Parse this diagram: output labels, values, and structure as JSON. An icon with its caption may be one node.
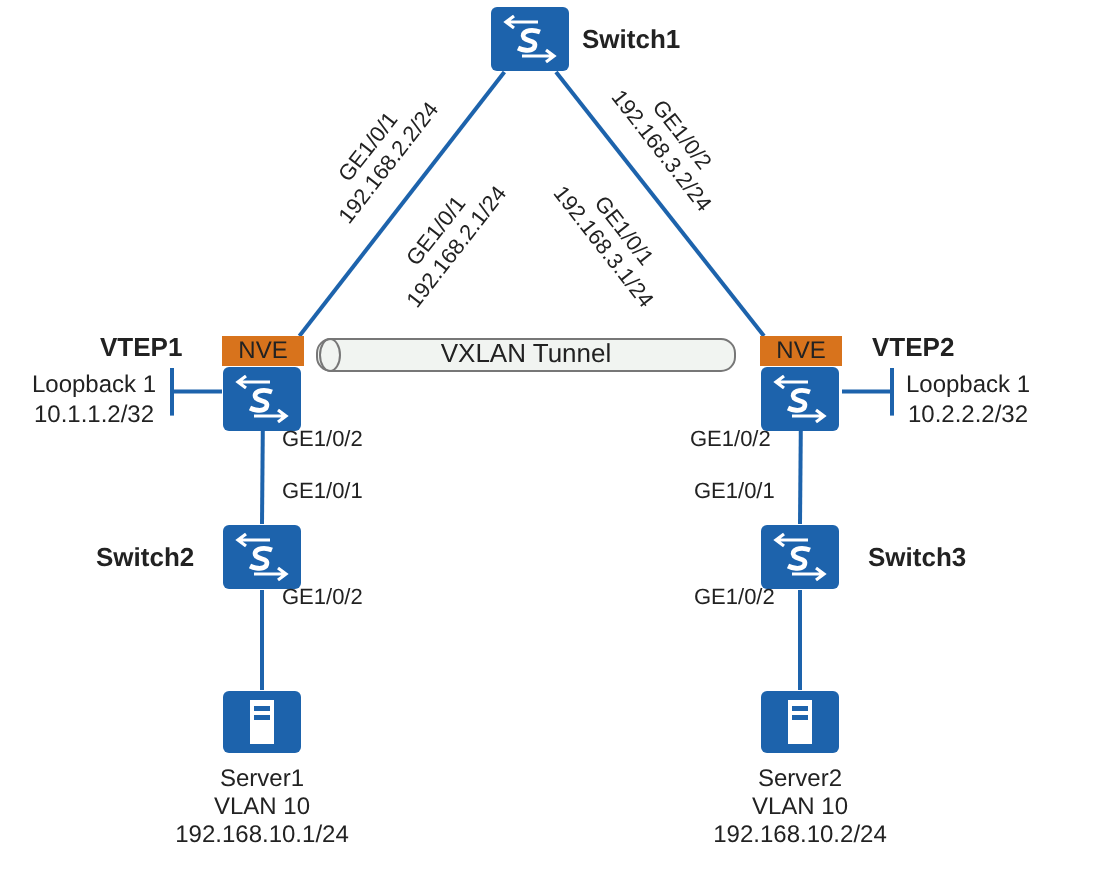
{
  "diagram": {
    "nodes": [
      {
        "text": [
          "Switch1"
        ]
      },
      {
        "text": [
          "VTEP1",
          "NVE"
        ]
      },
      {
        "text": [
          "NVE",
          "VTEP2"
        ]
      },
      {
        "text": [
          "VXLAN Tunnel"
        ]
      },
      {
        "text": [
          "Loopback 1",
          "10.1.1.2/32"
        ]
      },
      {
        "text": [
          "Loopback 1",
          "10.2.2.2/32"
        ]
      },
      {
        "text": [
          "Switch2"
        ]
      },
      {
        "text": [
          "Switch3"
        ]
      },
      {
        "text": [
          "Server1",
          "VLAN 10",
          "192.168.10.1/24"
        ]
      },
      {
        "text": [
          "Server2",
          "VLAN 10",
          "192.168.10.2/24"
        ]
      }
    ],
    "edges": [
      {
        "from": 0,
        "to": 1,
        "arrow": "none"
      },
      {
        "from": 0,
        "to": 2,
        "arrow": "none"
      },
      {
        "from": 1,
        "to": 4,
        "arrow": "other"
      },
      {
        "from": 2,
        "to": 5,
        "arrow": "other"
      },
      {
        "from": 1,
        "to": 6,
        "arrow": "none"
      },
      {
        "from": 2,
        "to": 7,
        "arrow": "none"
      },
      {
        "from": 6,
        "to": 8,
        "arrow": "none"
      },
      {
        "from": 7,
        "to": 9,
        "arrow": "none"
      }
    ],
    "labels": [
      "GE1/0/1 192.168.2.2/24",
      "GE1/0/2 192.168.3.2/24",
      "GE1/0/1 192.168.2.1/24",
      "GE1/0/1 192.168.3.1/24",
      "GE1/0/2",
      "GE1/0/2",
      "GE1/0/1",
      "GE1/0/1",
      "GE1/0/2",
      "GE1/0/2"
    ]
  }
}
